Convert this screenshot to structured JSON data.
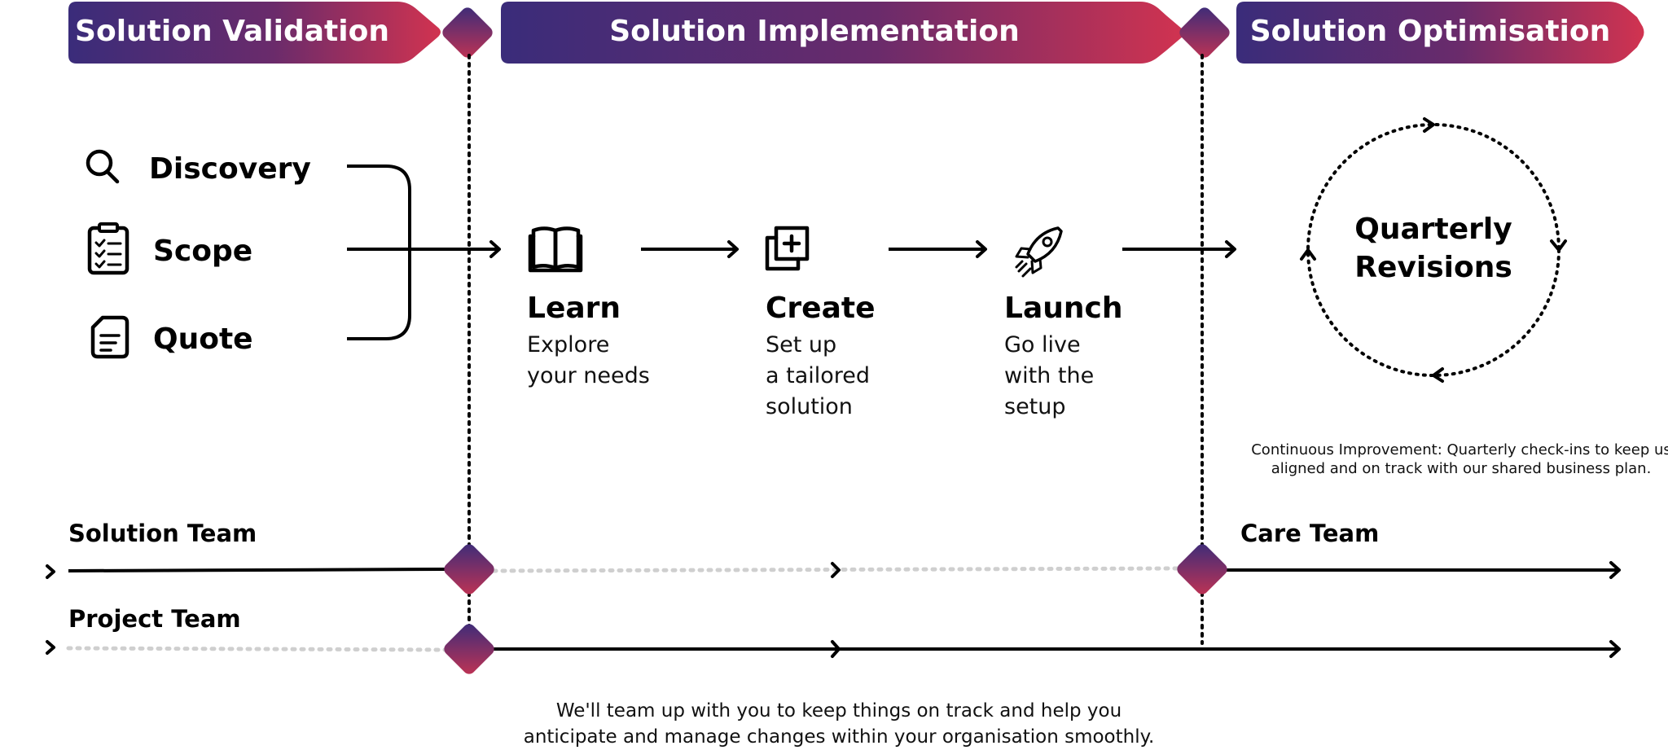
{
  "colors": {
    "gradient_start": "#3a2c7a",
    "gradient_end": "#d13350",
    "dotted_grey": "#cfcfcf"
  },
  "phases": [
    {
      "label": "Solution Validation"
    },
    {
      "label": "Solution Implementation"
    },
    {
      "label": "Solution Optimisation"
    }
  ],
  "validation": {
    "items": [
      {
        "label": "Discovery",
        "icon": "search-icon"
      },
      {
        "label": "Scope",
        "icon": "checklist-icon"
      },
      {
        "label": "Quote",
        "icon": "document-icon"
      }
    ]
  },
  "steps": [
    {
      "title": "Learn",
      "icon": "book-icon",
      "desc": [
        "Explore",
        "your needs"
      ]
    },
    {
      "title": "Create",
      "icon": "add-square-icon",
      "desc": [
        "Set up",
        "a tailored",
        "solution"
      ]
    },
    {
      "title": "Launch",
      "icon": "rocket-icon",
      "desc": [
        "Go live",
        "with the",
        "setup"
      ]
    }
  ],
  "cycle": {
    "label_line1": "Quarterly",
    "label_line2": "Revisions",
    "note_line1": "Continuous Improvement: Quarterly check-ins to keep us",
    "note_line2": "aligned and on track with our shared business plan."
  },
  "teams": {
    "solution": "Solution Team",
    "project": "Project Team",
    "care": "Care Team"
  },
  "footer": {
    "line1": "We'll team up with you to keep things on track and help you",
    "line2": "anticipate and manage changes within your organisation smoothly."
  }
}
